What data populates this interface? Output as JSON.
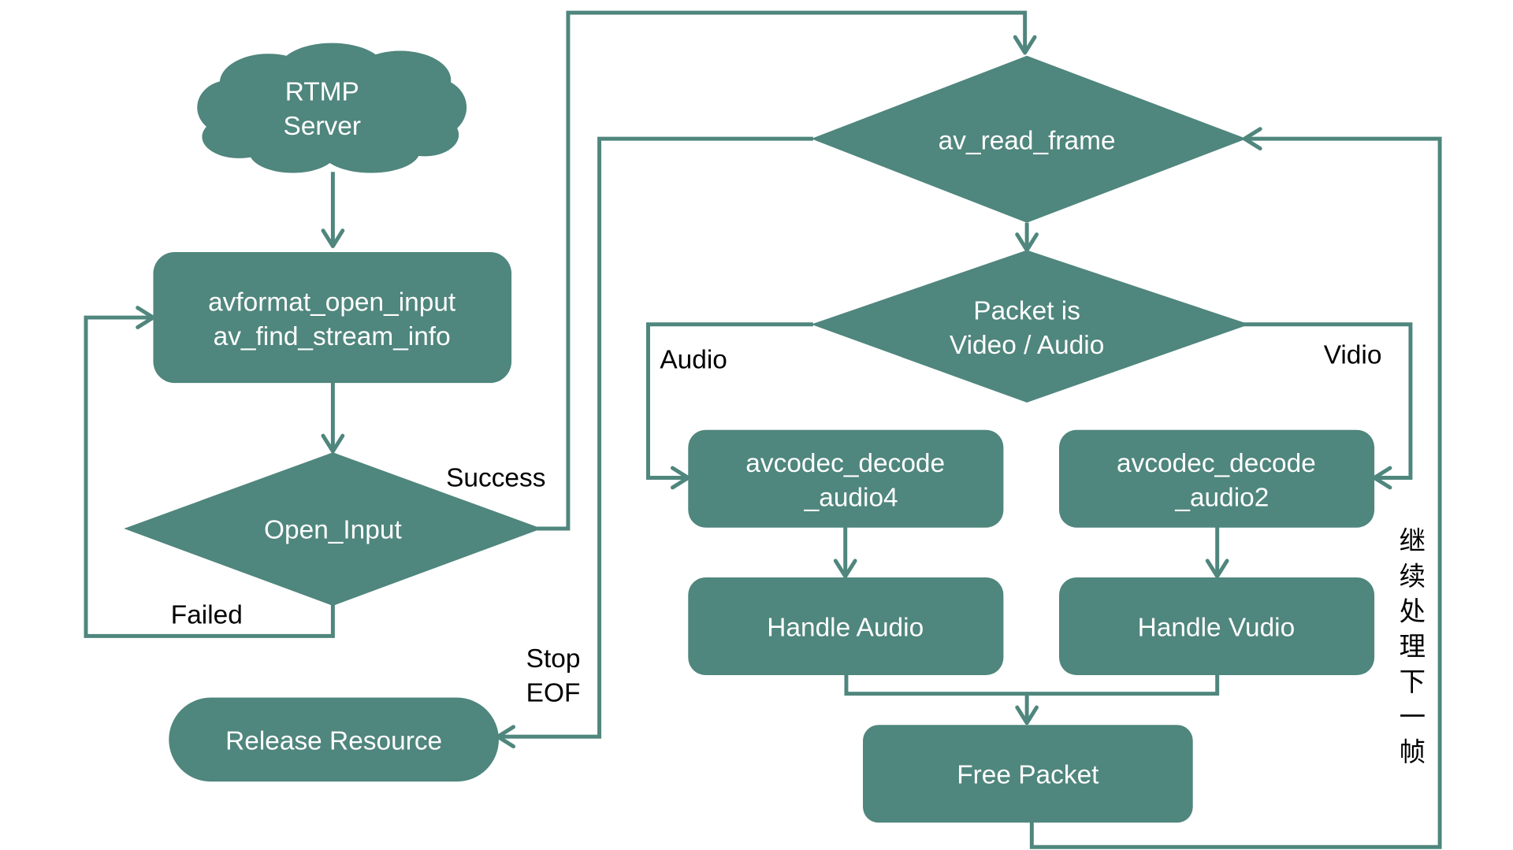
{
  "diagram": {
    "colors": {
      "node": "#4f867d",
      "edge": "#4f867d",
      "node_text": "#ffffff",
      "edge_label": "#000000"
    },
    "nodes": {
      "rtmp_server": {
        "shape": "cloud",
        "lines": [
          "RTMP",
          "Server"
        ]
      },
      "open_input_call": {
        "shape": "rounded-rect",
        "lines": [
          "avformat_open_input",
          "av_find_stream_info"
        ]
      },
      "open_input_decision": {
        "shape": "diamond",
        "lines": [
          "Open_Input"
        ]
      },
      "release_resource": {
        "shape": "terminal",
        "lines": [
          "Release Resource"
        ]
      },
      "read_frame": {
        "shape": "diamond",
        "lines": [
          "av_read_frame"
        ]
      },
      "packet_type": {
        "shape": "diamond",
        "lines": [
          "Packet is",
          "Video / Audio"
        ]
      },
      "decode_audio": {
        "shape": "rounded-rect",
        "lines": [
          "avcodec_decode",
          "_audio4"
        ]
      },
      "decode_video": {
        "shape": "rounded-rect",
        "lines": [
          "avcodec_decode",
          "_audio2"
        ]
      },
      "handle_audio": {
        "shape": "rounded-rect",
        "lines": [
          "Handle Audio"
        ]
      },
      "handle_video": {
        "shape": "rounded-rect",
        "lines": [
          "Handle Vudio"
        ]
      },
      "free_packet": {
        "shape": "rounded-rect",
        "lines": [
          "Free Packet"
        ]
      }
    },
    "edge_labels": {
      "success": "Success",
      "failed": "Failed",
      "stop_line1": "Stop",
      "stop_line2": "EOF",
      "audio": "Audio",
      "video": "Vidio",
      "loop_back": [
        "继",
        "续",
        "处",
        "理",
        "下",
        "一",
        "帧"
      ]
    },
    "edges": [
      {
        "from": "rtmp_server",
        "to": "open_input_call"
      },
      {
        "from": "open_input_call",
        "to": "open_input_decision"
      },
      {
        "from": "open_input_decision",
        "to": "open_input_call",
        "label": "Failed"
      },
      {
        "from": "open_input_decision",
        "to": "read_frame",
        "label": "Success"
      },
      {
        "from": "read_frame",
        "to": "packet_type"
      },
      {
        "from": "read_frame",
        "to": "release_resource",
        "label": "Stop EOF"
      },
      {
        "from": "packet_type",
        "to": "decode_audio",
        "label": "Audio"
      },
      {
        "from": "packet_type",
        "to": "decode_video",
        "label": "Vidio"
      },
      {
        "from": "decode_audio",
        "to": "handle_audio"
      },
      {
        "from": "decode_video",
        "to": "handle_video"
      },
      {
        "from": "handle_audio",
        "to": "free_packet"
      },
      {
        "from": "handle_video",
        "to": "free_packet"
      },
      {
        "from": "free_packet",
        "to": "read_frame",
        "label": "继续处理下一帧"
      }
    ]
  }
}
